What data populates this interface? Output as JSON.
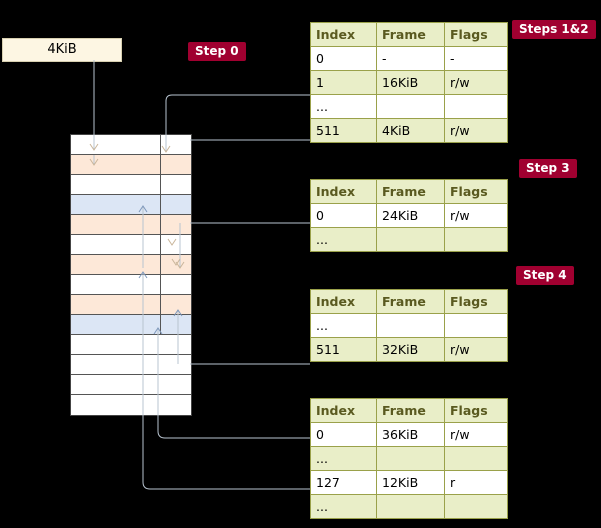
{
  "labels": {
    "step0": "Step 0",
    "steps12": "Steps 1&2",
    "step3": "Step 3",
    "step4": "Step 4"
  },
  "page_box": {
    "label": "4KiB"
  },
  "tables": [
    {
      "name": "page-table-level0",
      "headers": [
        "Index",
        "Frame",
        "Flags"
      ],
      "rows": [
        {
          "cells": [
            "0",
            "-",
            "-"
          ],
          "style": "plain"
        },
        {
          "cells": [
            "1",
            "16KiB",
            "r/w"
          ],
          "style": "hl"
        },
        {
          "cells": [
            "...",
            "",
            ""
          ],
          "style": "plain"
        },
        {
          "cells": [
            "511",
            "4KiB",
            "r/w"
          ],
          "style": "hl"
        }
      ]
    },
    {
      "name": "page-table-level1",
      "headers": [
        "Index",
        "Frame",
        "Flags"
      ],
      "rows": [
        {
          "cells": [
            "0",
            "24KiB",
            "r/w"
          ],
          "style": "plain"
        },
        {
          "cells": [
            "...",
            "",
            ""
          ],
          "style": "hl"
        }
      ]
    },
    {
      "name": "page-table-level2",
      "headers": [
        "Index",
        "Frame",
        "Flags"
      ],
      "rows": [
        {
          "cells": [
            "...",
            "",
            ""
          ],
          "style": "plain"
        },
        {
          "cells": [
            "511",
            "32KiB",
            "r/w"
          ],
          "style": "hl"
        }
      ]
    },
    {
      "name": "page-table-level3",
      "headers": [
        "Index",
        "Frame",
        "Flags"
      ],
      "rows": [
        {
          "cells": [
            "0",
            "36KiB",
            "r/w"
          ],
          "style": "plain"
        },
        {
          "cells": [
            "...",
            "",
            ""
          ],
          "style": "hl"
        },
        {
          "cells": [
            "127",
            "12KiB",
            "r"
          ],
          "style": "plain"
        },
        {
          "cells": [
            "...",
            "",
            ""
          ],
          "style": "hl"
        }
      ]
    }
  ],
  "memory_cells": [
    {
      "fill": "#ffffff"
    },
    {
      "fill": "#fde8d8"
    },
    {
      "fill": "#ffffff"
    },
    {
      "fill": "#dce6f5"
    },
    {
      "fill": "#fde8d8"
    },
    {
      "fill": "#ffffff"
    },
    {
      "fill": "#fde8d8"
    },
    {
      "fill": "#ffffff"
    },
    {
      "fill": "#fde8d8"
    },
    {
      "fill": "#dce6f5"
    },
    {
      "fill": "#ffffff"
    },
    {
      "fill": "#ffffff"
    },
    {
      "fill": "#ffffff"
    },
    {
      "fill": "#ffffff"
    }
  ],
  "colors": {
    "badge": "#a00030",
    "table_header": "#e9eec8",
    "table_border": "#9aa14a",
    "page_box": "#fdf6e3",
    "mem_orange": "#fde8d8",
    "mem_blue": "#dce6f5",
    "wire": "#b8c4d0",
    "background": "#000000"
  }
}
